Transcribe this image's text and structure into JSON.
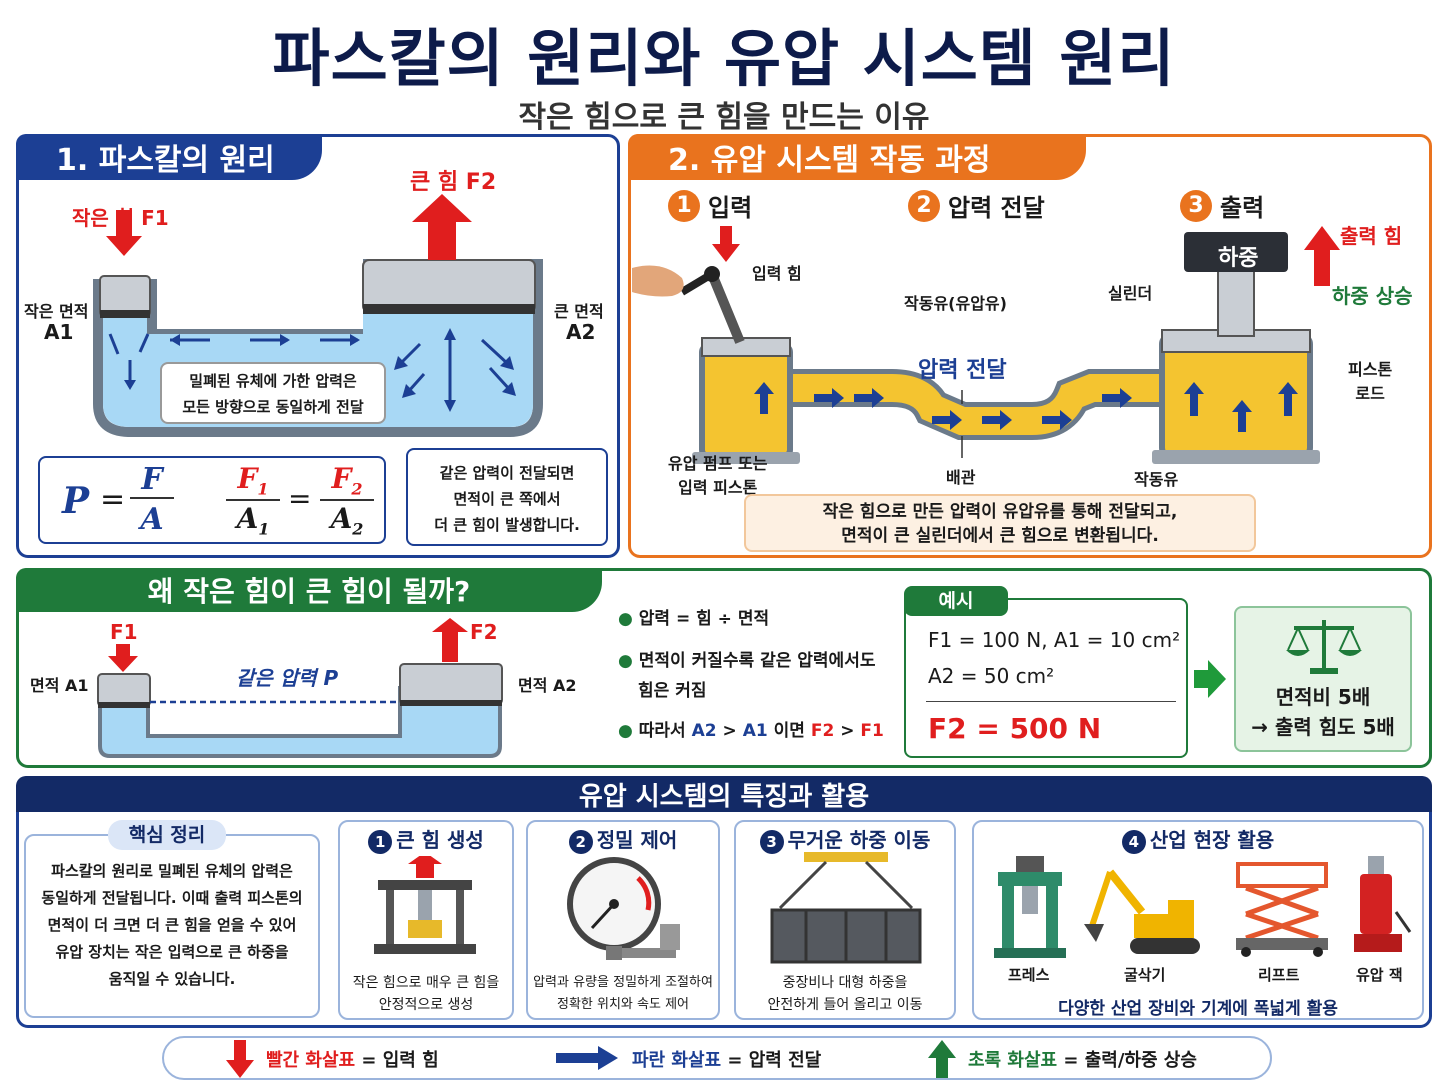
{
  "header": {
    "title": "파스칼의 원리와 유압 시스템 원리",
    "subtitle": "작은 힘으로 큰 힘을 만드는 이유"
  },
  "section1": {
    "tab": "1. 파스칼의 원리",
    "small_force": "작은 힘 F1",
    "big_force": "큰 힘 F2",
    "small_area": "작은 면적",
    "small_area_sym": "A1",
    "big_area": "큰 면적",
    "big_area_sym": "A2",
    "fluid_note_1": "밀폐된 유체에 가한 압력은",
    "fluid_note_2": "모든 방향으로 동일하게 전달",
    "formula": {
      "P": "P",
      "eq": "=",
      "F": "F",
      "A": "A",
      "F1": "F",
      "F1_sub": "1",
      "A1": "A",
      "A1_sub": "1",
      "F2": "F",
      "F2_sub": "2",
      "A2": "A",
      "A2_sub": "2"
    },
    "note_1": "같은 압력이 전달되면",
    "note_2": "면적이 큰 쪽에서",
    "note_3": "더 큰 힘이 발생합니다."
  },
  "section2": {
    "tab": "2. 유압 시스템 작동 과정",
    "steps": [
      {
        "num": "1",
        "label": "입력"
      },
      {
        "num": "2",
        "label": "압력 전달"
      },
      {
        "num": "3",
        "label": "출력"
      }
    ],
    "input_force": "입력 힘",
    "fluid": "작동유(유압유)",
    "pressure": "압력 전달",
    "cylinder": "실린더",
    "load": "하중",
    "output_force": "출력 힘",
    "load_up": "하중 상승",
    "piston_rod_1": "피스톤",
    "piston_rod_2": "로드",
    "pump_1": "유압 펌프 또는",
    "pump_2": "입력 피스톤",
    "pipe": "배관",
    "oil": "작동유",
    "summary_1": "작은 힘으로 만든 압력이 유압유를 통해 전달되고,",
    "summary_2": "면적이 큰 실린더에서 큰 힘으로 변환됩니다."
  },
  "section3": {
    "tab": "왜 작은 힘이 큰 힘이 될까?",
    "f1": "F1",
    "f2": "F2",
    "area1": "면적 A1",
    "area2": "면적 A2",
    "same_pressure": "같은 압력 P",
    "bullets": [
      "압력 = 힘 ÷ 면적",
      "면적이 커질수록 같은 압력에서도",
      "힘은 커짐"
    ],
    "therefore": {
      "pre": "따라서",
      "a2": "A2",
      "gt1": ">",
      "a1": "A1",
      "mid": "이면",
      "f2": "F2",
      "gt2": ">",
      "f1": "F1"
    },
    "example_tab": "예시",
    "example_line1": "F1 = 100 N, A1 = 10 cm²",
    "example_line2": "A2 = 50 cm²",
    "example_result": "F2 = 500 N",
    "ratio_1": "면적비 5배",
    "ratio_2": "→ 출력 힘도 5배"
  },
  "section4": {
    "tab": "유압 시스템의 특징과 활용",
    "summary_tab": "핵심 정리",
    "summary_lines": [
      "파스칼의 원리로 밀폐된 유체의 압력은",
      "동일하게 전달됩니다. 이때 출력 피스톤의",
      "면적이 더 크면 더 큰 힘을 얻을 수 있어",
      "유압 장치는 작은 입력으로 큰 하중을",
      "움직일 수 있습니다."
    ],
    "cards": [
      {
        "num": "1",
        "title": "큰 힘 생성",
        "cap1": "작은 힘으로 매우 큰 힘을",
        "cap2": "안정적으로 생성"
      },
      {
        "num": "2",
        "title": "정밀 제어",
        "cap1": "압력과 유량을 정밀하게 조절하여",
        "cap2": "정확한 위치와 속도 제어"
      },
      {
        "num": "3",
        "title": "무거운 하중 이동",
        "cap1": "중장비나 대형 하중을",
        "cap2": "안전하게 들어 올리고 이동"
      },
      {
        "num": "4",
        "title": "산업 현장 활용",
        "cap1": "다양한 산업 장비와 기계에 폭넓게 활용",
        "cap2": ""
      }
    ],
    "equipment": [
      "프레스",
      "굴삭기",
      "리프트",
      "유압 잭"
    ]
  },
  "legend": [
    {
      "name": "빨간 화살표",
      "desc": "= 입력 힘",
      "color": "#e01e1e"
    },
    {
      "name": "파란 화살표",
      "desc": "= 압력 전달",
      "color": "#1c3f94"
    },
    {
      "name": "초록 화살표",
      "desc": "= 출력/하중 상승",
      "color": "#1f7a3a"
    }
  ]
}
